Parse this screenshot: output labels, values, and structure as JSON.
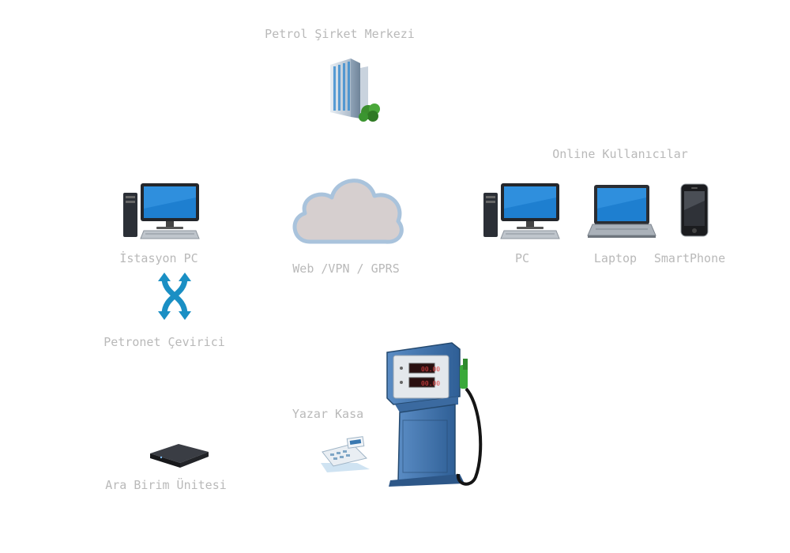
{
  "labels": {
    "headquarters": "Petrol Şirket Merkezi",
    "online_users": "Online Kullanıcılar",
    "station_pc": "İstasyon PC",
    "cloud": "Web /VPN / GPRS",
    "pc": "PC",
    "laptop": "Laptop",
    "smartphone": "SmartPhone",
    "converter": "Petronet Çevirici",
    "cash_register": "Yazar Kasa",
    "interface_unit": "Ara Birim Ünitesi"
  },
  "pump_display": {
    "top": "00.00",
    "bottom": "00.00"
  },
  "icons": {
    "headquarters": "office-building-icon",
    "station_pc": "desktop-computer-icon",
    "cloud": "cloud-icon",
    "pc": "desktop-computer-icon",
    "laptop": "laptop-icon",
    "smartphone": "smartphone-icon",
    "converter": "crossing-arrows-icon",
    "cash_register": "cash-register-icon",
    "interface_unit": "media-box-icon",
    "fuel_pump": "fuel-pump-icon"
  },
  "colors": {
    "label": "#b9b9b9",
    "cloud_fill": "#d6cfcf",
    "cloud_stroke": "#a9c3dc",
    "converter": "#1a8fc4",
    "pump_body": "#3c6ea6",
    "pump_nozzle": "#3aa93a",
    "screen": "#1e7fd0"
  }
}
